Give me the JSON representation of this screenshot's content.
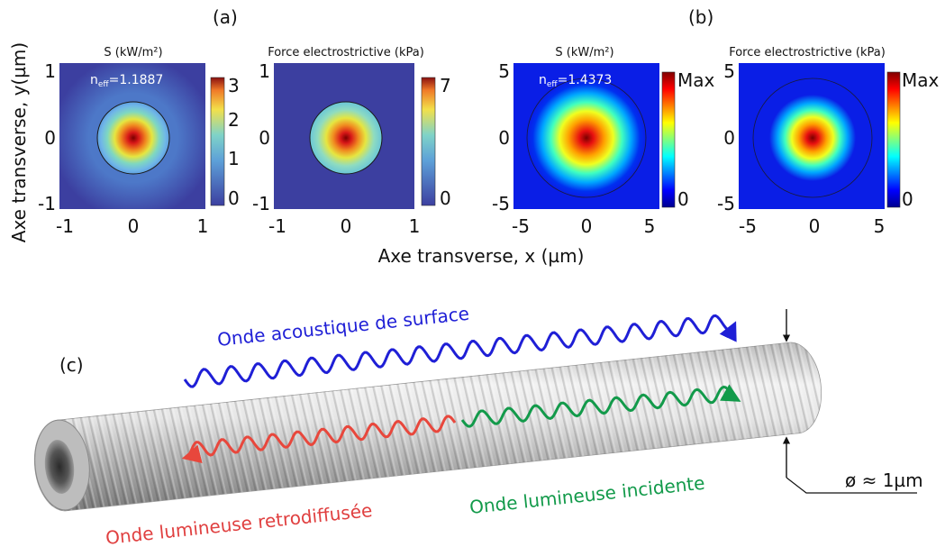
{
  "panel_labels": {
    "a": "(a)",
    "b": "(b)",
    "c": "(c)"
  },
  "axes": {
    "y_label": "Axe transverse, y(µm)",
    "x_label": "Axe transverse, x (µm)"
  },
  "panels": [
    {
      "title": "S (kW/m²)",
      "neff_prefix": "n",
      "neff_sub": "eff",
      "neff_value": "=1.1887",
      "ticks": [
        "-1",
        "0",
        "1"
      ],
      "colorbar_ticks": [
        "3",
        "2",
        "1",
        "0"
      ]
    },
    {
      "title": "Force electrostrictive (kPa)",
      "ticks": [
        "-1",
        "0",
        "1"
      ],
      "colorbar_ticks": [
        "7",
        "0"
      ]
    },
    {
      "title": "S (kW/m²)",
      "neff_prefix": "n",
      "neff_sub": "eff",
      "neff_value": "=1.4373",
      "ticks": [
        "-5",
        "0",
        "5"
      ],
      "colorbar_ticks": [
        "Max",
        "0"
      ]
    },
    {
      "title": "Force electrostrictive (kPa)",
      "ticks": [
        "-5",
        "0",
        "5"
      ],
      "colorbar_ticks": [
        "Max",
        "0"
      ]
    }
  ],
  "waves": {
    "acoustic": "Onde acoustique de surface",
    "incident": "Onde lumineuse incidente",
    "backscattered": "Onde lumineuse retrodiffusée"
  },
  "diameter_label": "ø ≈ 1µm",
  "colors": {
    "acoustic": "#1f1fd6",
    "incident": "#129a4a",
    "backscattered": "#e8473c",
    "backscattered_text": "#e04040",
    "jet_bg": "#3c3fa0",
    "jet_blue": "#0a1ee6"
  }
}
